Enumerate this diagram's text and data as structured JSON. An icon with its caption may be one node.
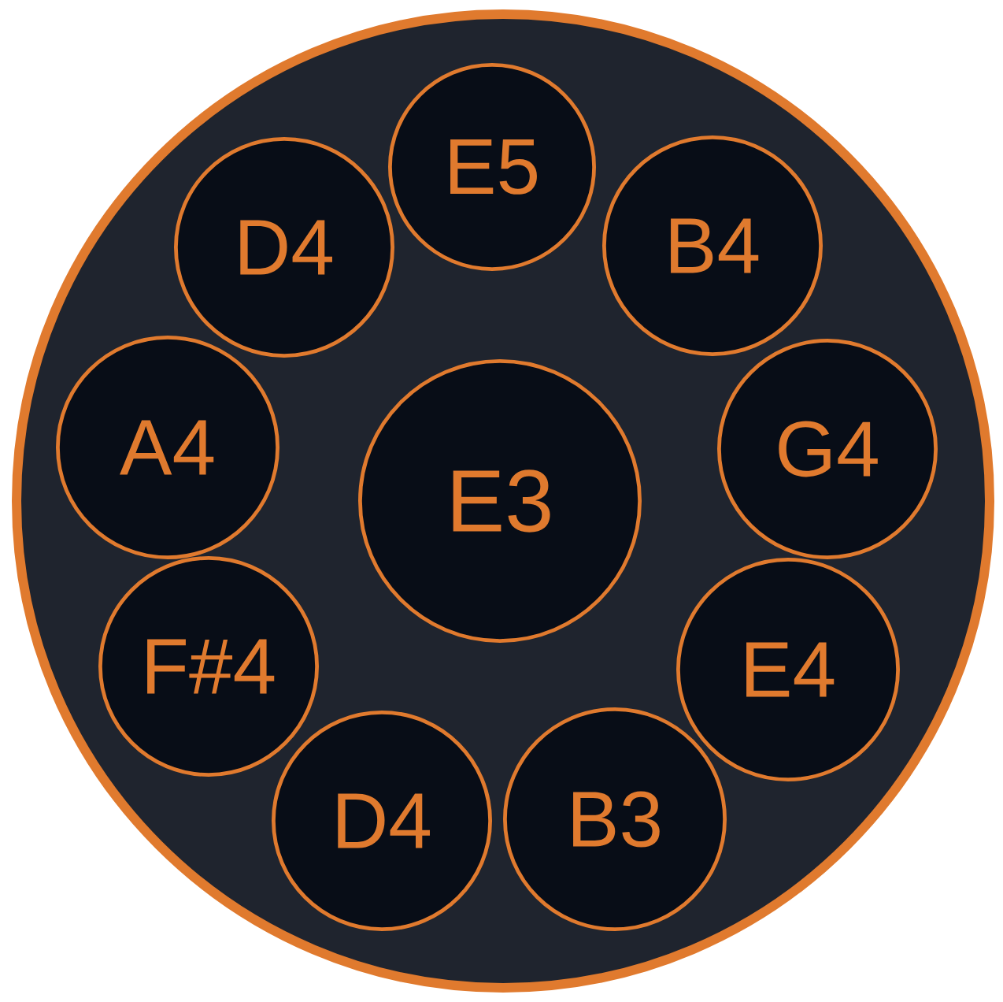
{
  "diagram": {
    "nodes": [
      {
        "text": [],
        "shape": "circle"
      },
      {
        "text": [
          "E5"
        ],
        "in": 0
      },
      {
        "text": [
          "D4"
        ],
        "in": 0
      },
      {
        "text": [
          "B4"
        ],
        "in": 0
      },
      {
        "text": [
          "A4"
        ],
        "in": 0
      },
      {
        "text": [
          "G4"
        ],
        "in": 0
      },
      {
        "text": [
          "E3"
        ],
        "in": 0
      },
      {
        "text": [
          "F#4"
        ],
        "in": 0
      },
      {
        "text": [
          "E4"
        ],
        "in": 0
      },
      {
        "text": [
          "D4"
        ],
        "in": 0
      },
      {
        "text": [
          "B3"
        ],
        "in": 0
      }
    ]
  }
}
